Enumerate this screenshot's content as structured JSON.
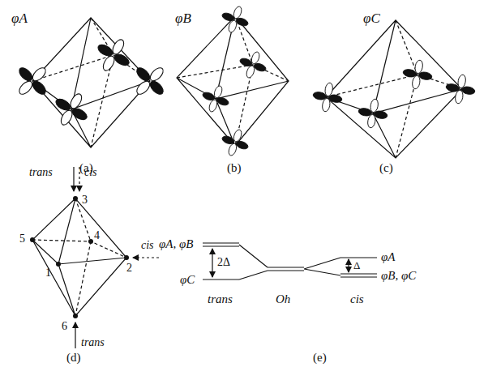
{
  "diagram": {
    "labels": [
      "φA",
      "(a)",
      "φB",
      "(b)",
      "φC",
      "(c)",
      "trans",
      "cis",
      "5",
      "3",
      "4",
      "2",
      "cis",
      "1",
      "6",
      "trans",
      "(d)",
      "φA, φB",
      "2Δ",
      "φC",
      "trans",
      "Oh",
      "cis",
      "φA",
      "Δ",
      "φB, φC",
      "(e)"
    ]
  }
}
